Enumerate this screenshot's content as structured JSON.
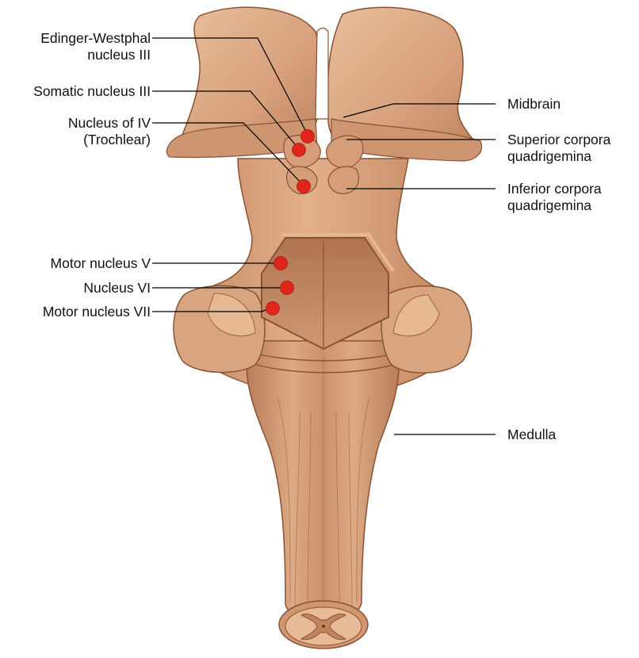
{
  "colors": {
    "tissue": "#d6a07c",
    "tissue_light": "#e8bd9a",
    "tissue_dark": "#a86a47",
    "outline": "#8a5234",
    "nucleus_dot": "#e0261b",
    "leader_line": "#000000"
  },
  "labels_left": [
    {
      "lines": [
        "Edinger-Westphal",
        "nucleus III"
      ]
    },
    {
      "lines": [
        "Somatic nucleus III"
      ]
    },
    {
      "lines": [
        "Nucleus of IV",
        "(Trochlear)"
      ]
    },
    {
      "lines": [
        "Motor nucleus V"
      ]
    },
    {
      "lines": [
        "Nucleus VI"
      ]
    },
    {
      "lines": [
        "Motor nucleus VII"
      ]
    }
  ],
  "labels_right": [
    {
      "lines": [
        "Midbrain"
      ]
    },
    {
      "lines": [
        "Superior corpora",
        "quadrigemina"
      ]
    },
    {
      "lines": [
        "Inferior corpora",
        "quadrigemina"
      ]
    },
    {
      "lines": [
        "Medulla"
      ]
    }
  ]
}
